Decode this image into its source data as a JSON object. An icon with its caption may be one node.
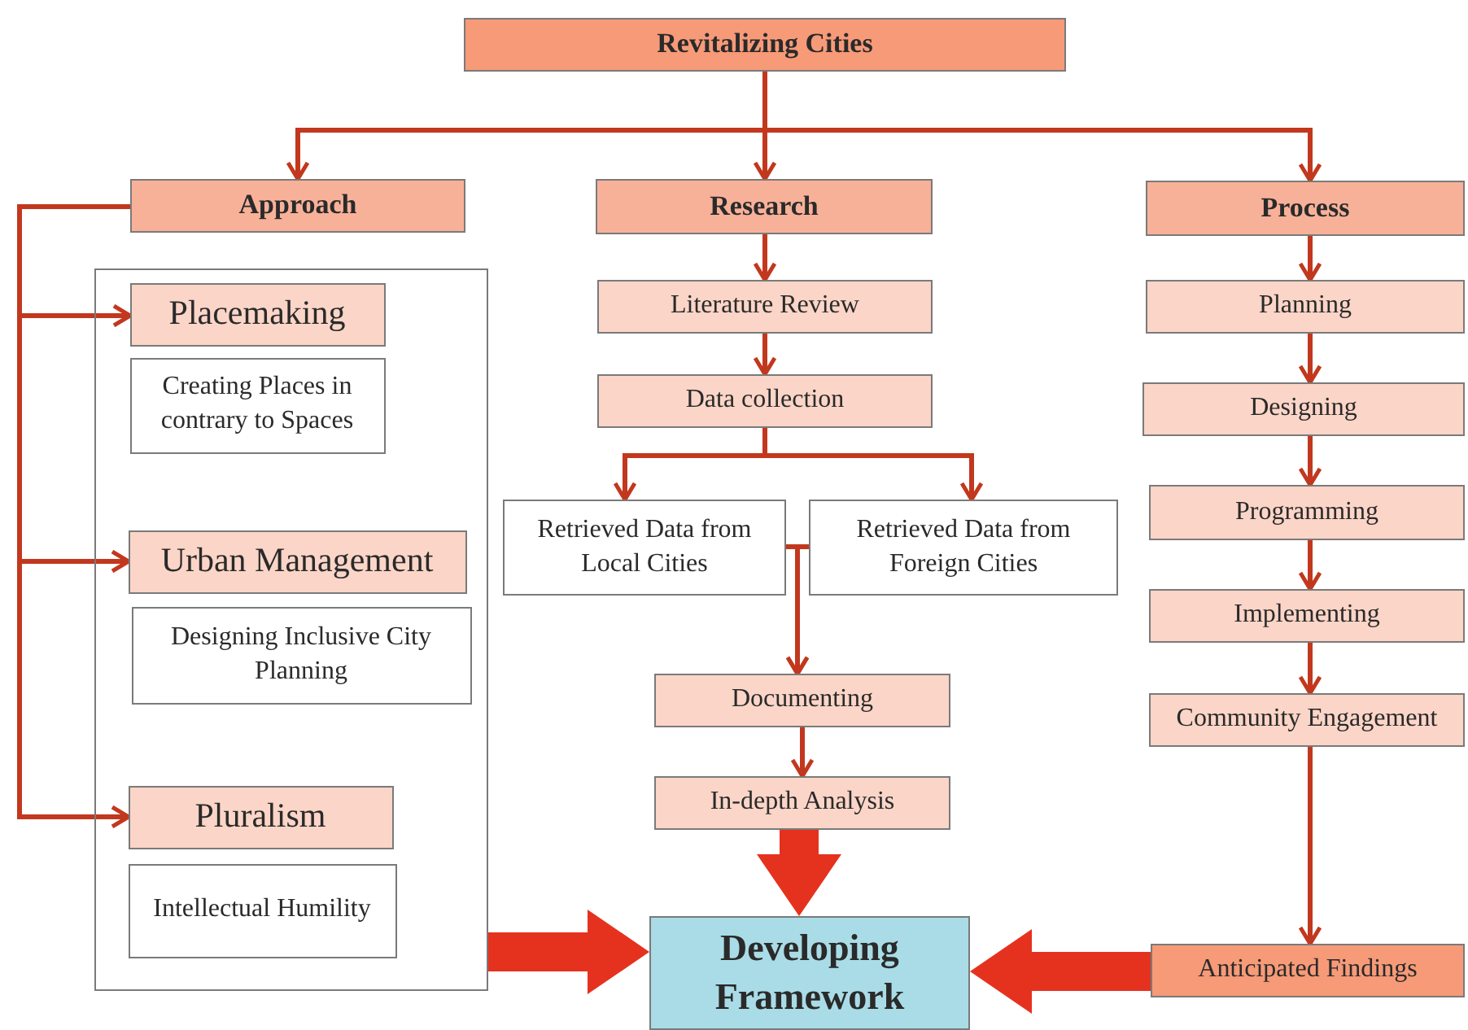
{
  "diagram": {
    "nodes": [
      {
        "text": [
          "Revitalizing Cities"
        ]
      },
      {
        "text": [
          "Approach"
        ]
      },
      {
        "text": [
          "Research"
        ]
      },
      {
        "text": [
          "Process"
        ]
      },
      {
        "text": [],
        "shape": "box"
      },
      {
        "text": [
          "Placemaking"
        ],
        "in": 4
      },
      {
        "text": [
          "Creating Places in contrary to Spaces"
        ],
        "in": 4
      },
      {
        "text": [
          "Urban Management"
        ],
        "in": 4
      },
      {
        "text": [
          "Designing Inclusive City Planning"
        ],
        "in": 4
      },
      {
        "text": [
          "Pluralism"
        ],
        "in": 4
      },
      {
        "text": [
          "Intellectual Humility"
        ],
        "in": 4
      },
      {
        "text": [
          "Literature Review"
        ]
      },
      {
        "text": [
          "Data collection"
        ]
      },
      {
        "text": [
          "Retrieved Data from Local Cities"
        ]
      },
      {
        "text": [
          "Retrieved Data from Foreign Cities"
        ]
      },
      {
        "text": [
          "Documenting"
        ]
      },
      {
        "text": [
          "In-depth Analysis"
        ]
      },
      {
        "text": [
          "Developing Framework"
        ]
      },
      {
        "text": [
          "Planning"
        ]
      },
      {
        "text": [
          "Designing"
        ]
      },
      {
        "text": [
          "Programming"
        ]
      },
      {
        "text": [
          "Implementing"
        ]
      },
      {
        "text": [
          "Community Engagement"
        ]
      },
      {
        "text": [
          "Anticipated Findings"
        ]
      }
    ],
    "edges": [
      {
        "from": 0,
        "to": 1,
        "arrow": "to"
      },
      {
        "from": 0,
        "to": 2,
        "arrow": "to"
      },
      {
        "from": 0,
        "to": 3,
        "arrow": "to"
      },
      {
        "from": 1,
        "to": 5,
        "arrow": "to"
      },
      {
        "from": 1,
        "to": 7,
        "arrow": "to"
      },
      {
        "from": 1,
        "to": 9,
        "arrow": "to"
      },
      {
        "from": 2,
        "to": 11,
        "arrow": "to"
      },
      {
        "from": 11,
        "to": 12,
        "arrow": "to"
      },
      {
        "from": 12,
        "to": 13,
        "arrow": "to"
      },
      {
        "from": 12,
        "to": 14,
        "arrow": "to"
      },
      {
        "from": 13,
        "to": 15,
        "arrow": "to"
      },
      {
        "from": 14,
        "to": 15,
        "arrow": "to"
      },
      {
        "from": 15,
        "to": 16,
        "arrow": "to"
      },
      {
        "from": 16,
        "to": 17,
        "arrow": "to",
        "style": "thick",
        "color": "#e5321f"
      },
      {
        "from": 4,
        "to": 17,
        "arrow": "to",
        "style": "thick",
        "color": "#e5321f"
      },
      {
        "from": 23,
        "to": 17,
        "arrow": "to",
        "style": "thick",
        "color": "#e5321f"
      },
      {
        "from": 3,
        "to": 18,
        "arrow": "to"
      },
      {
        "from": 18,
        "to": 19,
        "arrow": "to"
      },
      {
        "from": 19,
        "to": 20,
        "arrow": "to"
      },
      {
        "from": 20,
        "to": 21,
        "arrow": "to"
      },
      {
        "from": 21,
        "to": 22,
        "arrow": "to"
      },
      {
        "from": 22,
        "to": 23,
        "arrow": "to"
      }
    ]
  }
}
